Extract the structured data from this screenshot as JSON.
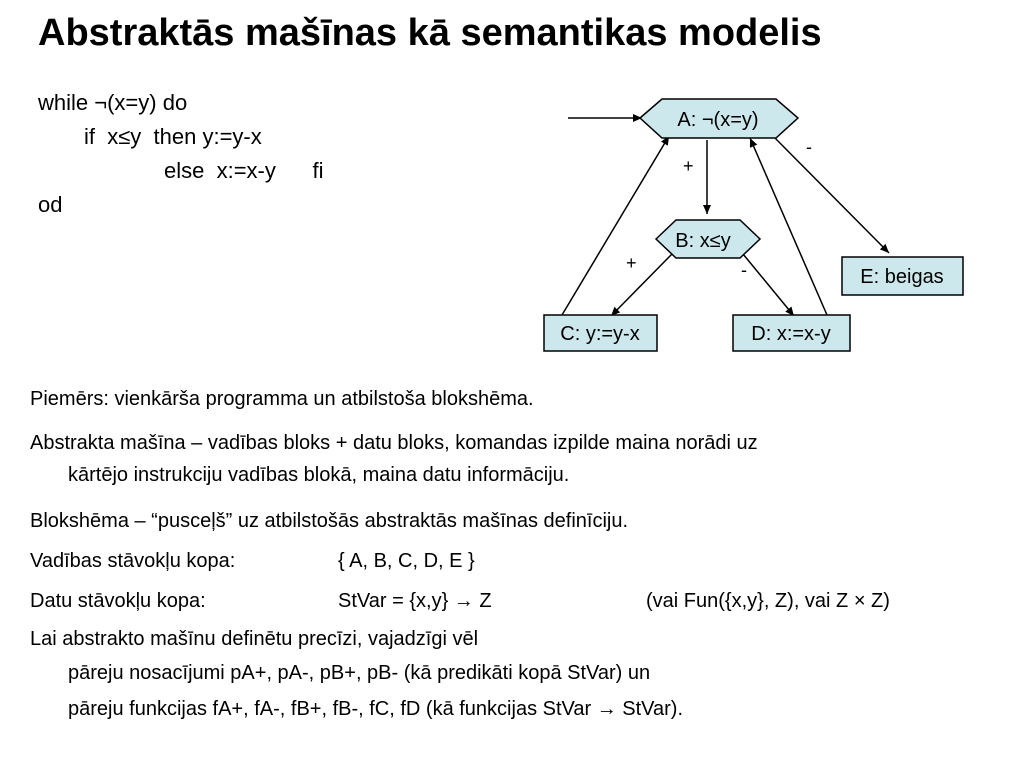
{
  "title": "Abstraktās mašīnas kā semantikas modelis",
  "code": {
    "line1": "while ¬(x=y) do",
    "line2": "if  x≤y  then y:=y-x",
    "line3": "else  x:=x-y      fi",
    "line4": "od"
  },
  "diagram": {
    "node_a": "A: ¬(x=y)",
    "node_b": "B: x≤y",
    "node_c": "C: y:=y-x",
    "node_d": "D: x:=x-y",
    "node_e": "E: beigas",
    "edge_a_b": "+",
    "edge_a_e": "-",
    "edge_b_c": "+",
    "edge_b_d": "-",
    "colors": {
      "node_fill": "#cce8ec",
      "stroke": "#000000"
    }
  },
  "text": {
    "example": "Piemērs: vienkārša programma un atbilstoša blokshēma.",
    "abstract_1": "Abstrakta mašīna – vadības bloks + datu bloks, komandas izpilde maina norādi uz",
    "abstract_2": "kārtējo instrukciju vadības blokā, maina datu informāciju.",
    "scheme": "Blokshēma – “pusceļš” uz atbilstošās abstraktās mašīnas definīciju.",
    "control_label": "Vadības stāvokļu kopa:",
    "control_value": "{ A, B, C, D, E }",
    "data_label": "Datu stāvokļu kopa:",
    "data_value": "StVar = {x,y} → Z",
    "data_alt": "(vai  Fun({x,y}, Z), vai Z × Z)",
    "define_1": "Lai abstrakto mašīnu definētu precīzi, vajadzīgi vēl",
    "define_2": "pāreju nosacījumi pA+, pA-, pB+, pB- (kā predikāti kopā StVar) un",
    "define_3": "pāreju funkcijas fA+, fA-, fB+, fB-, fC, fD (kā funkcijas StVar → StVar)."
  }
}
